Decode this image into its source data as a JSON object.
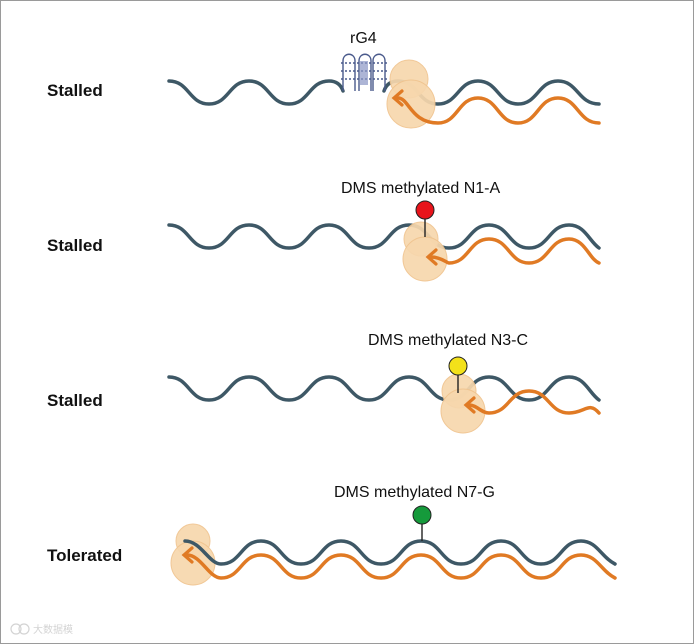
{
  "rows": [
    {
      "label": "Stalled",
      "annotation": "rG4",
      "marker": "rg4"
    },
    {
      "label": "Stalled",
      "annotation": "DMS methylated N1-A",
      "marker": "methyl",
      "marker_color": "#e8141b"
    },
    {
      "label": "Stalled",
      "annotation": "DMS methylated N3-C",
      "marker": "methyl",
      "marker_color": "#f3e11a"
    },
    {
      "label": "Tolerated",
      "annotation": "DMS methylated N7-G",
      "marker": "methyl",
      "marker_color": "#159a3b"
    }
  ],
  "colors": {
    "rna_strand": "#3e5866",
    "cdna_strand": "#e07a24",
    "enzyme_fill": "#f7d7ad",
    "enzyme_edge": "#f0c48f",
    "rg4": "#4a5a8c"
  },
  "watermark": "大数据模"
}
